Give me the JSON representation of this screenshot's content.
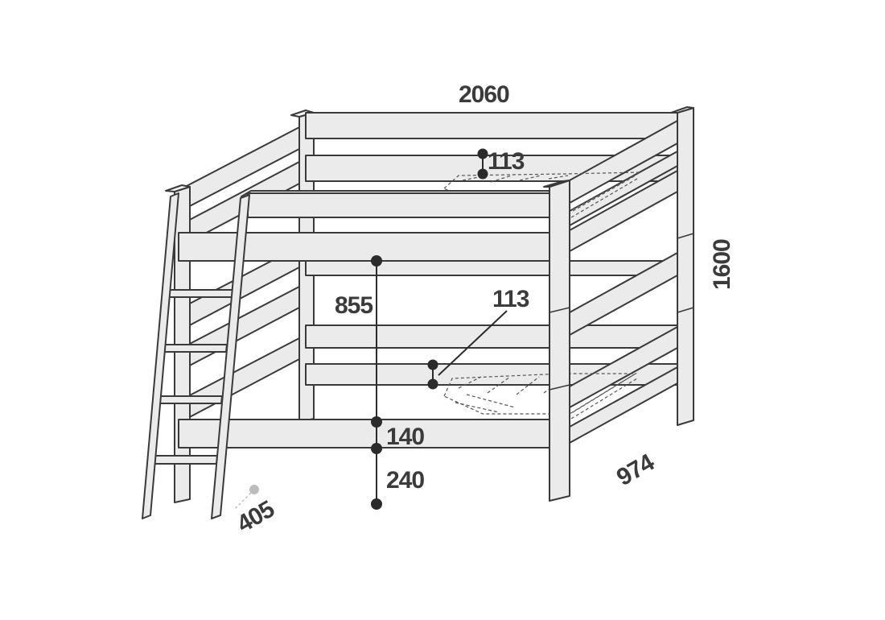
{
  "diagram": {
    "subject": "bunk bed with ladder",
    "colors": {
      "outline": "#3a3a3a",
      "fill": "#ebebeb",
      "dimension": "#2b2b2b",
      "text": "#3b3b3b"
    },
    "dimensions": {
      "length": "2060",
      "height": "1600",
      "depth": "974",
      "ladder_depth": "405",
      "clearance_between_beds": "855",
      "upper_mattress_height": "113",
      "lower_mattress_height": "113",
      "lower_frame_height": "140",
      "floor_clearance": "240"
    }
  }
}
